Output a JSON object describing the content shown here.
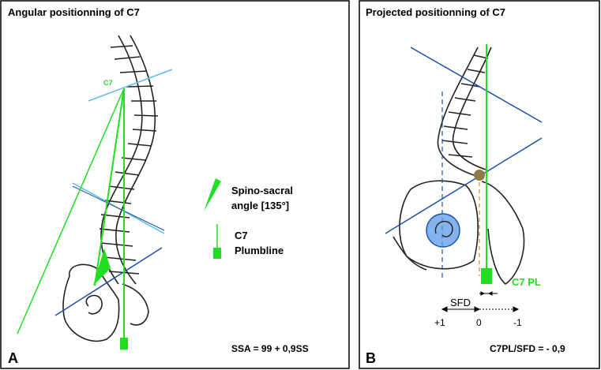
{
  "panel_a": {
    "title": "Angular positionning of C7",
    "letter": "A",
    "c7_label": "C7",
    "legend_angle_line1": "Spino-sacral",
    "legend_angle_line2": "angle [135°]",
    "legend_plumb_line1": "C7",
    "legend_plumb_line2": "Plumbline",
    "formula": "SSA = 99 + 0,9SS"
  },
  "panel_b": {
    "title": "Projected positionning of C7",
    "letter": "B",
    "c7pl_label": "C7 PL",
    "sfd_label": "SFD",
    "scale_plus": "+1",
    "scale_zero": "0",
    "scale_minus": "-1",
    "formula": "C7PL/SFD = - 0,9"
  },
  "colors": {
    "plumb_green": "#22dd22",
    "light_blue_line": "#5bbce8",
    "dark_blue_line": "#1f4fa8",
    "femoral_head": "#5b9be8",
    "sacral_dot": "#8b7a4a",
    "dashed_orange": "#d08a30"
  }
}
